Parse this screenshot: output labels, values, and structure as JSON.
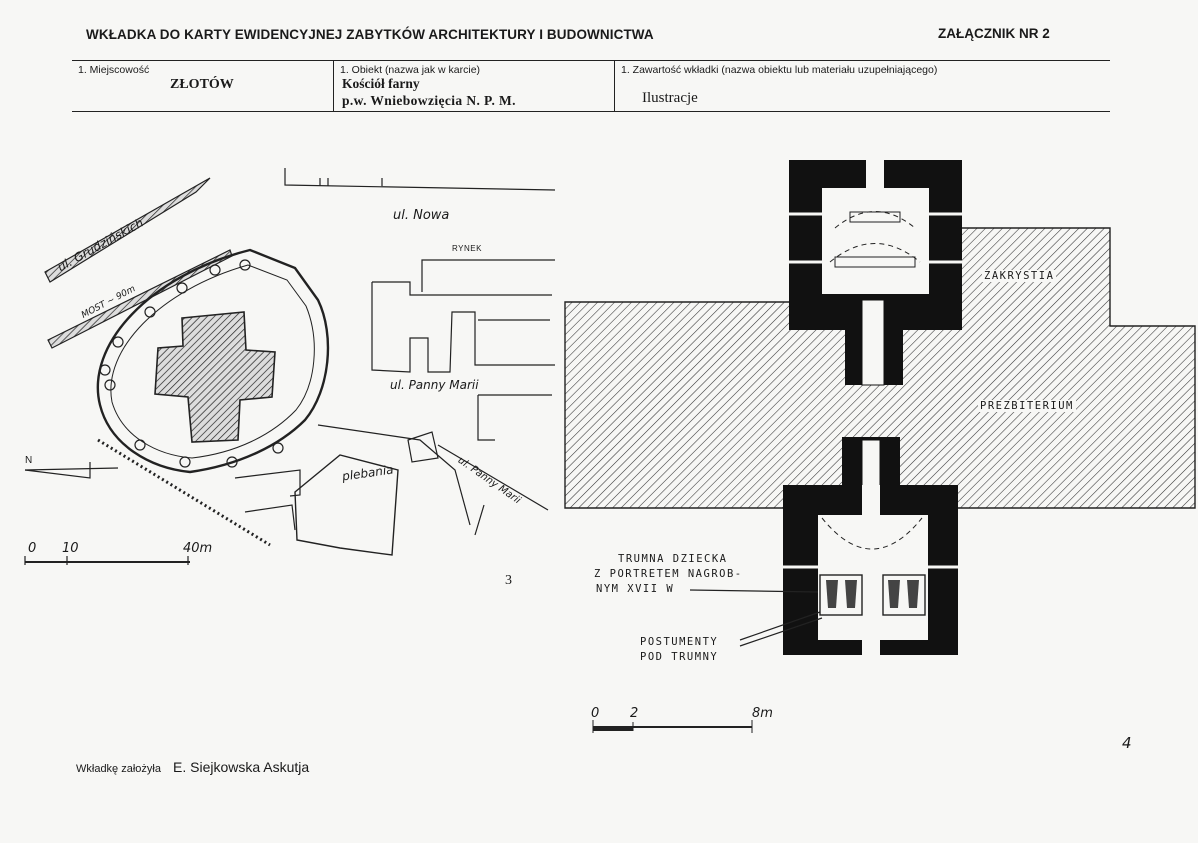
{
  "header": {
    "title": "WKŁADKA DO KARTY EWIDENCYJNEJ ZABYTKÓW ARCHITEKTURY I BUDOWNICTWA",
    "annex": "ZAŁĄCZNIK NR 2"
  },
  "table": {
    "col1_label": "1.   Miejscowość",
    "col1_value": "ZŁOTÓW",
    "col2_label": "1.   Obiekt (nazwa jak w karcie)",
    "col2_value_line1": "Kościół farny",
    "col2_value_line2": "p.w. Wniebowzięcia N. P. M.",
    "col3_label": "1.   Zawartość wkładki (nazwa obiektu lub materiału uzupełniającego)",
    "col3_value": "Ilustracje"
  },
  "site_map": {
    "street_nowa": "ul. Nowa",
    "street_rynek": "RYNEK",
    "street_grudzinskich": "ul. Grudzińskich",
    "most": "MOST ~ 90m",
    "street_panny_marii_1": "ul. Panny Marii",
    "street_panny_marii_2": "ul. Panny Marii",
    "plebania": "plebania",
    "north": "N",
    "scale_0": "0",
    "scale_10": "10",
    "scale_40": "40m",
    "figure_number": "3"
  },
  "floor_plan": {
    "zakrystia": "ZAKRYSTIA",
    "prezbiterium": "PREZBITERIUM",
    "trumna_line1": "TRUMNA DZIECKA",
    "trumna_line2": "Z PORTRETEM NAGROB-",
    "trumna_line3": "NYM XVII W",
    "postumenty_line1": "POSTUMENTY",
    "postumenty_line2": "POD TRUMNY",
    "scale_0": "0",
    "scale_2": "2",
    "scale_8": "8m",
    "figure_number": "4"
  },
  "footer": {
    "label": "Wkładkę założyła",
    "author": "E. Siejkowska Askutja"
  }
}
